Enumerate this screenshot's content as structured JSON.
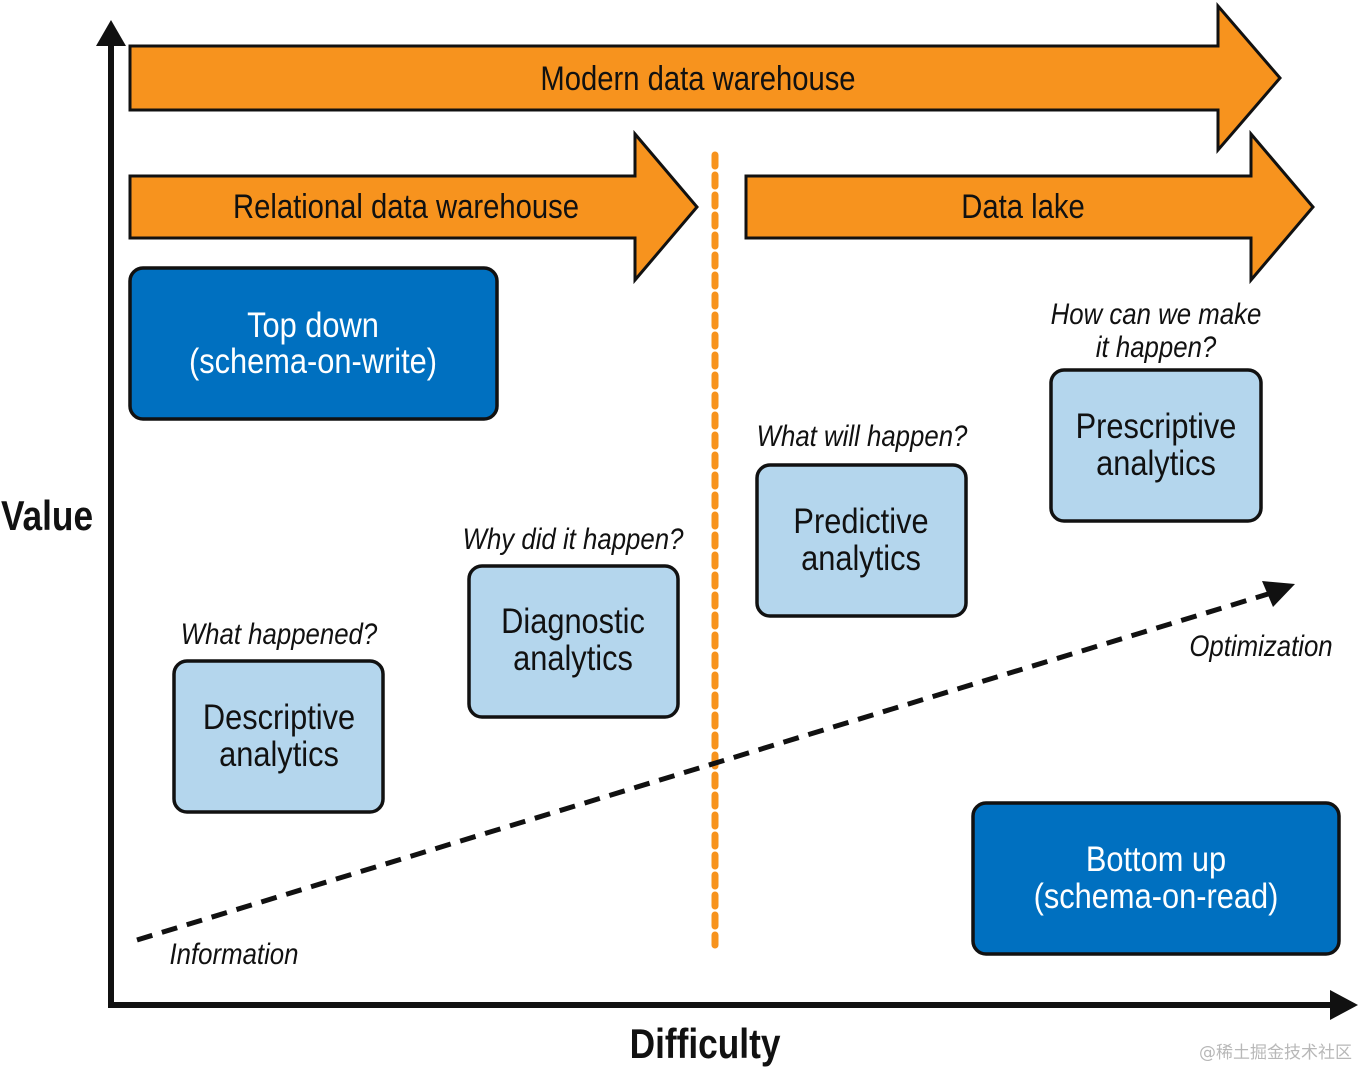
{
  "axes": {
    "y_label": "Value",
    "x_label": "Difficulty"
  },
  "arrows": {
    "modern": "Modern data warehouse",
    "relational": "Relational data warehouse",
    "lake": "Data lake"
  },
  "approach_boxes": {
    "top_down_line1": "Top down",
    "top_down_line2": "(schema-on-write)",
    "bottom_up_line1": "Bottom up",
    "bottom_up_line2": "(schema-on-read)"
  },
  "analytics": {
    "descriptive": {
      "question": "What happened?",
      "line1": "Descriptive",
      "line2": "analytics"
    },
    "diagnostic": {
      "question": "Why did it happen?",
      "line1": "Diagnostic",
      "line2": "analytics"
    },
    "predictive": {
      "question": "What will happen?",
      "line1": "Predictive",
      "line2": "analytics"
    },
    "prescriptive": {
      "question_line1": "How can we make",
      "question_line2": "it happen?",
      "line1": "Prescriptive",
      "line2": "analytics"
    }
  },
  "trend": {
    "start_label": "Information",
    "end_label": "Optimization"
  },
  "watermark": "@稀土掘金技术社区",
  "colors": {
    "arrow_fill": "#f7931e",
    "dark_box": "#0070c0",
    "light_box": "#b4d6ed",
    "divider": "#f7931e",
    "stroke": "#111111"
  }
}
